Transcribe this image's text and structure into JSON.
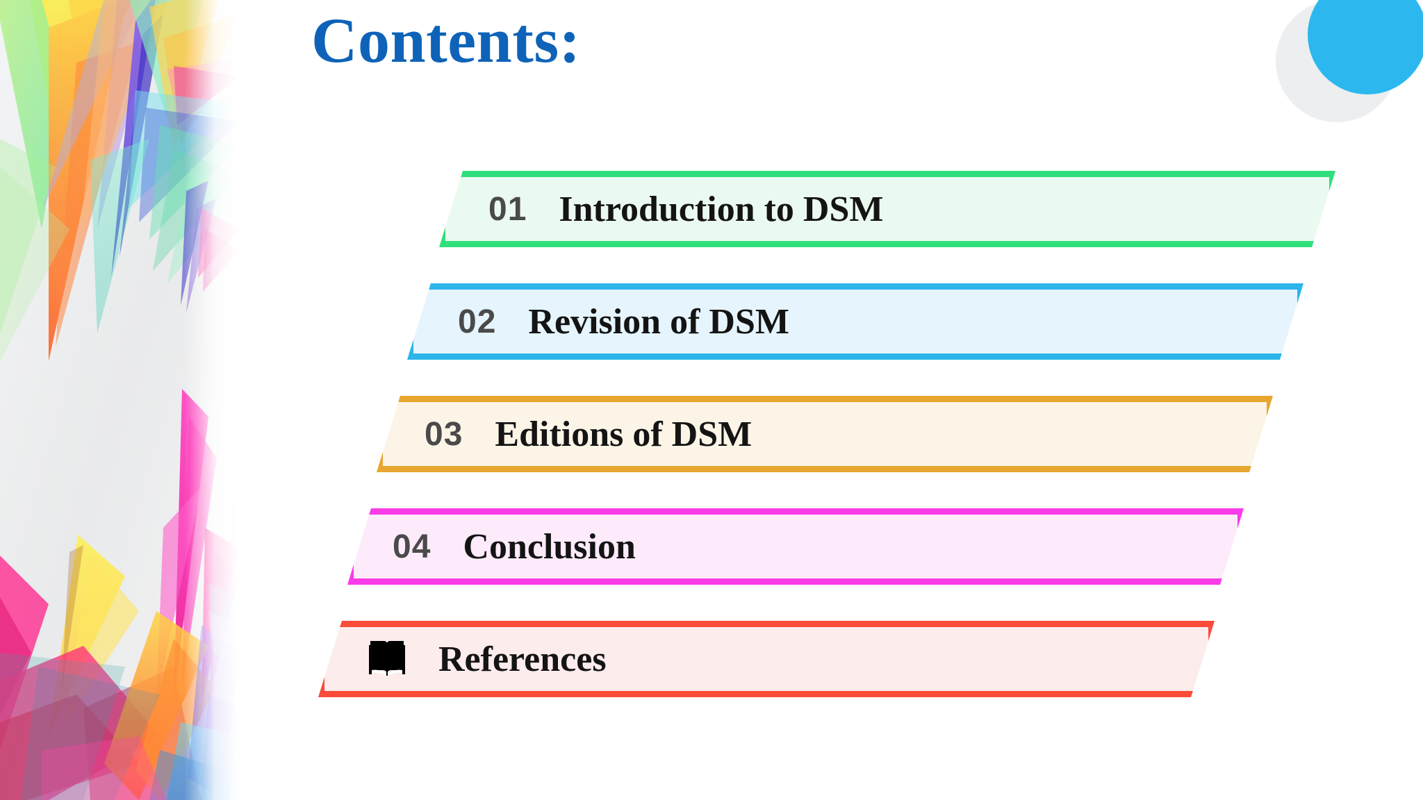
{
  "slide": {
    "title": "Contents:",
    "title_color": "#0e63b8",
    "background_color": "#ffffff"
  },
  "decoration": {
    "left_panel_name": "abstract-polygon-artwork",
    "circle_accent_color": "#2cb8ef",
    "circle_shadow_color": "#eceef0"
  },
  "contents": {
    "items": [
      {
        "number": "01",
        "label": "Introduction to DSM",
        "border_color": "#2fdf7c",
        "fill_color": "#ebfaf0",
        "icon": ""
      },
      {
        "number": "02",
        "label": "Revision of DSM",
        "border_color": "#2bb5ea",
        "fill_color": "#e6f5fd",
        "icon": ""
      },
      {
        "number": "03",
        "label": "Editions of DSM",
        "border_color": "#e8a52f",
        "fill_color": "#fcf5e7",
        "icon": ""
      },
      {
        "number": "04",
        "label": "Conclusion",
        "border_color": "#f93be8",
        "fill_color": "#fdebfb",
        "icon": ""
      },
      {
        "number": "",
        "label": "References",
        "border_color": "#fb4b39",
        "fill_color": "#fceceb",
        "icon": "open-book-icon"
      }
    ]
  }
}
